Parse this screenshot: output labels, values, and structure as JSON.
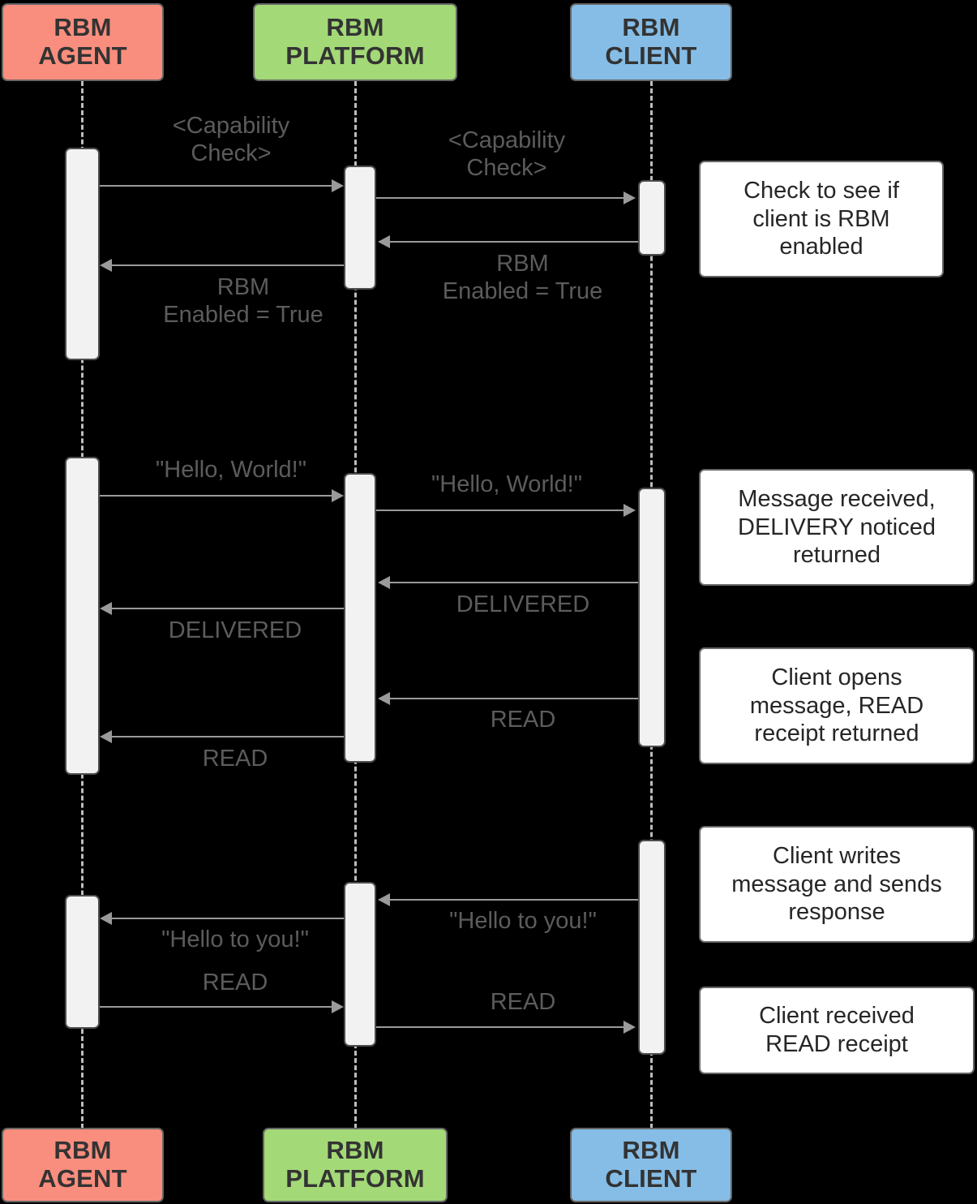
{
  "diagram": {
    "title": "RBM message sequence",
    "type": "sequence-diagram",
    "background_color": "#000000"
  },
  "participants": [
    {
      "id": "agent",
      "line1": "RBM",
      "line2": "AGENT",
      "color": "#FA8E7E"
    },
    {
      "id": "platform",
      "line1": "RBM",
      "line2": "PLATFORM",
      "color": "#A3D977"
    },
    {
      "id": "client",
      "line1": "RBM",
      "line2": "CLIENT",
      "color": "#85BDE6"
    }
  ],
  "messages": [
    {
      "id": "m1",
      "label": "<Capability\nCheck>",
      "from": "agent",
      "to": "client"
    },
    {
      "id": "m2",
      "label": "<Capability\nCheck>",
      "from": "platform",
      "to": "client"
    },
    {
      "id": "m3",
      "label": "RBM\nEnabled = True",
      "from": "client",
      "to": "platform"
    },
    {
      "id": "m4",
      "label": "RBM\nEnabled = True",
      "from": "platform",
      "to": "agent"
    },
    {
      "id": "m5",
      "label": "\"Hello, World!\"",
      "from": "agent",
      "to": "platform"
    },
    {
      "id": "m6",
      "label": "\"Hello, World!\"",
      "from": "platform",
      "to": "client"
    },
    {
      "id": "m7",
      "label": "DELIVERED",
      "from": "client",
      "to": "platform"
    },
    {
      "id": "m8",
      "label": "DELIVERED",
      "from": "platform",
      "to": "agent"
    },
    {
      "id": "m9",
      "label": "READ",
      "from": "client",
      "to": "platform"
    },
    {
      "id": "m10",
      "label": "READ",
      "from": "platform",
      "to": "agent"
    },
    {
      "id": "m11",
      "label": "\"Hello to you!\"",
      "from": "client",
      "to": "platform"
    },
    {
      "id": "m12",
      "label": "\"Hello to you!\"",
      "from": "platform",
      "to": "agent"
    },
    {
      "id": "m13",
      "label": "READ",
      "from": "agent",
      "to": "platform"
    },
    {
      "id": "m14",
      "label": "READ",
      "from": "platform",
      "to": "client"
    }
  ],
  "notes": [
    {
      "id": "n1",
      "text": "Check to see if\nclient is RBM\nenabled"
    },
    {
      "id": "n2",
      "text": "Message received,\nDELIVERY noticed\nreturned"
    },
    {
      "id": "n3",
      "text": "Client opens\nmessage, READ\nreceipt returned"
    },
    {
      "id": "n4",
      "text": "Client writes\nmessage and sends\nresponse"
    },
    {
      "id": "n5",
      "text": "Client received\nREAD receipt"
    }
  ]
}
